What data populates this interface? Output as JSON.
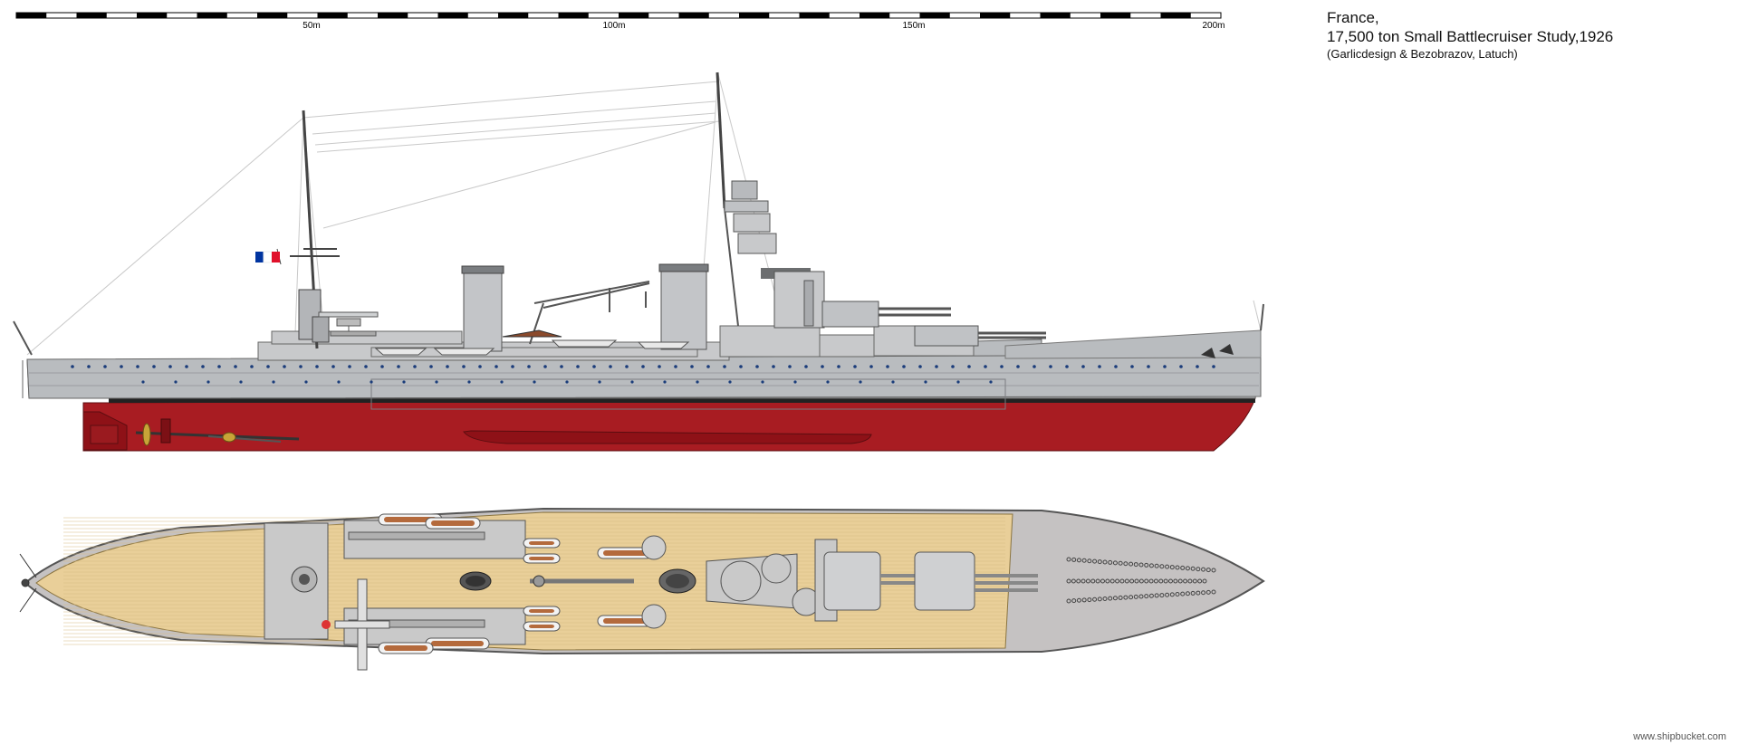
{
  "scale_bar": {
    "labels": [
      "50m",
      "100m",
      "150m",
      "200m"
    ]
  },
  "info": {
    "country": "France,",
    "title": "17,500 ton Small Battlecruiser Study,1926",
    "authors": "(Garlicdesign & Bezobrazov, Latuch)"
  },
  "ship": {
    "flag": "French tricolour",
    "colors": {
      "hull_upper": "#b9bcbf",
      "superstructure": "#c8c9cb",
      "antifouling": "#a81c22",
      "boot_topping": "#222222",
      "deck_wood": "#e9cf99",
      "forecastle_steel": "#c5c2c2",
      "flag_blue": "#0034a0",
      "flag_red": "#e0102a"
    }
  },
  "credit": "www.shipbucket.com"
}
